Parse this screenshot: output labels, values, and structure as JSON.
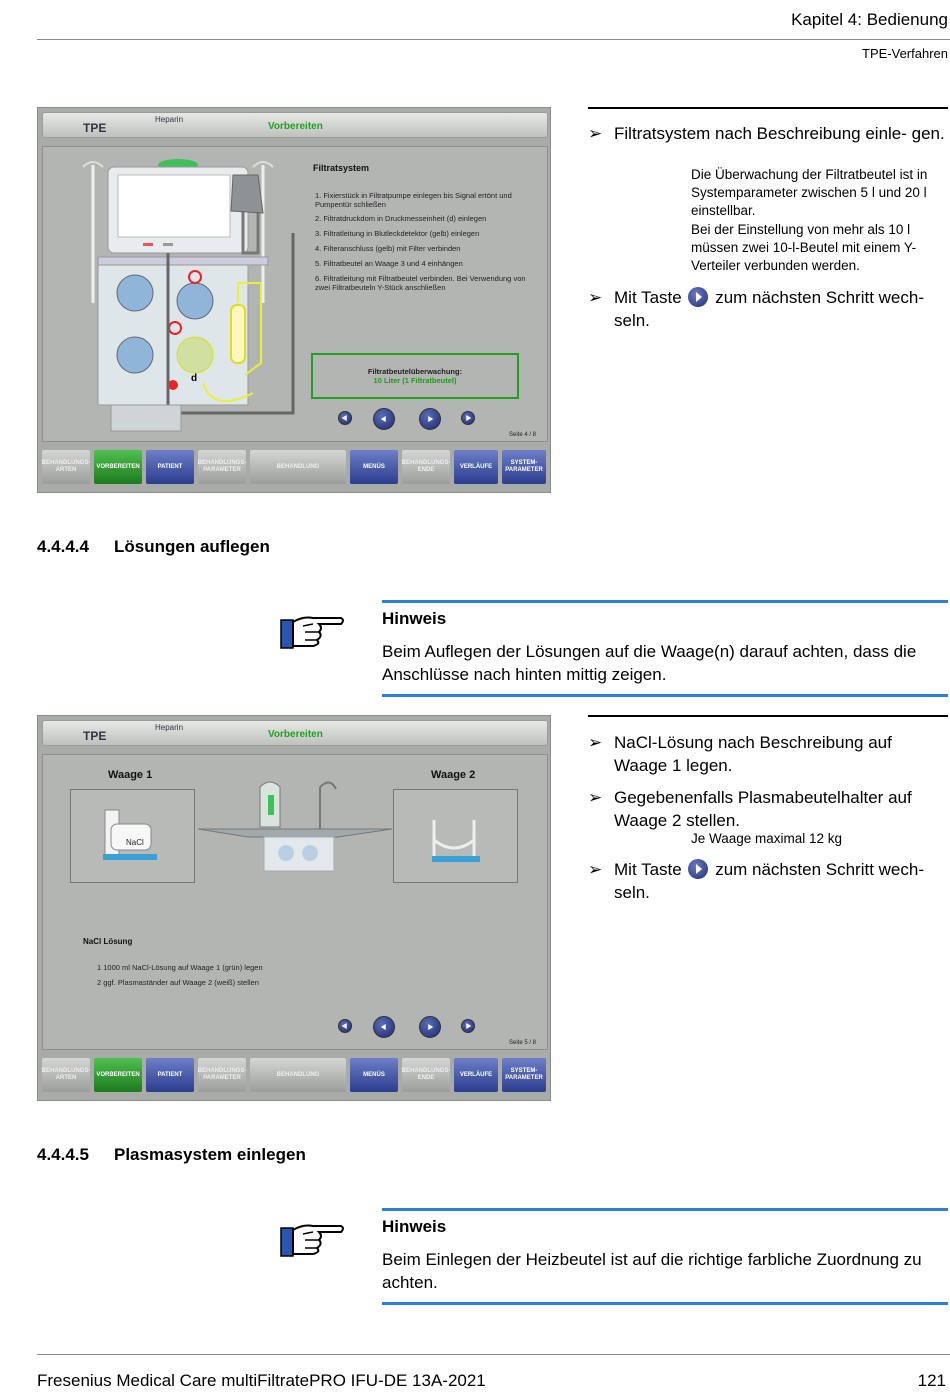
{
  "header": {
    "chapter": "Kapitel 4:  Bedienung",
    "subtitle": "TPE-Verfahren"
  },
  "screen1": {
    "mode": "TPE",
    "heparin": "Heparin",
    "step": "Vorbereiten",
    "instr_title": "Filtratsystem",
    "instr_items": [
      "1.  Fixierstück in Filtratpumpe einlegen bis Signal ertönt und Pumpentür schließen",
      "2.  Filtratdruckdom in Druckmesseinheit (d) einlegen",
      "3.  Filtratleitung in Blutleckdetektor (gelb) einlegen",
      "4.  Filteranschluss (gelb) mit Filter verbinden",
      "5.  Filtratbeutel an Waage 3 und 4 einhängen",
      "6.  Filtratleitung mit Filtratbeutel verbinden. Bei Verwendung von zwei Filtratbeuteln Y-Stück anschließen"
    ],
    "monitor_label": "Filtratbeutelüberwachung:",
    "monitor_value": "10 Liter (1 Filtratbeutel)",
    "label_d": "d",
    "page": "Seite 4 / 8"
  },
  "nav": {
    "b1": "BEHANDLUNGS-ARTEN",
    "b2": "VORBEREITEN",
    "b3": "PATIENT",
    "b4": "BEHANDLUNGS-PARAMETER",
    "b5": "BEHANDLUNG",
    "b6": "MENÜS",
    "b7": "BEHANDLUNGS-ENDE",
    "b8": "VERLÄUFE",
    "b9": "SYSTEM-PARAMETER"
  },
  "right1": {
    "b1": "Filtratsystem nach Beschreibung einle- gen.",
    "note_a": "Die Überwachung der Filtratbeutel ist in Systemparameter zwischen 5 l und 20 l einstellbar.",
    "note_b": "Bei der Einstellung von mehr als 10 l müssen zwei 10-l-Beutel mit einem Y-Verteiler verbunden werden.",
    "b2_pre": "Mit Taste",
    "b2_post": "zum nächsten Schritt wech- seln."
  },
  "section1": {
    "num": "4.4.4.4",
    "title": "Lösungen auflegen"
  },
  "hint1": {
    "title": "Hinweis",
    "body": "Beim Auflegen der Lösungen auf die Waage(n) darauf achten, dass die Anschlüsse nach hinten mittig zeigen."
  },
  "screen2": {
    "mode": "TPE",
    "heparin": "Heparin",
    "step": "Vorbereiten",
    "scale1": "Waage 1",
    "scale2": "Waage 2",
    "nacl": "NaCl",
    "instr_title": "NaCl Lösung",
    "instr_items": [
      "1     1000 ml NaCl-Lösung auf Waage 1 (grün) legen",
      "2     ggf. Plasmaständer auf Waage 2 (weiß) stellen"
    ],
    "page": "Seite 5 / 8"
  },
  "right2": {
    "b1": "NaCl-Lösung nach Beschreibung auf Waage 1 legen.",
    "b2": "Gegebenenfalls Plasmabeutelhalter auf Waage 2 stellen.",
    "note": "Je Waage maximal 12 kg",
    "b3_pre": "Mit Taste",
    "b3_post": "zum nächsten Schritt wech- seln."
  },
  "section2": {
    "num": "4.4.4.5",
    "title": "Plasmasystem einlegen"
  },
  "hint2": {
    "title": "Hinweis",
    "body": "Beim Einlegen der Heizbeutel ist auf die richtige farbliche Zuordnung zu achten."
  },
  "footer": {
    "left": "Fresenius Medical Care    multiFiltratePRO    IFU-DE    13A-2021",
    "page": "121"
  }
}
